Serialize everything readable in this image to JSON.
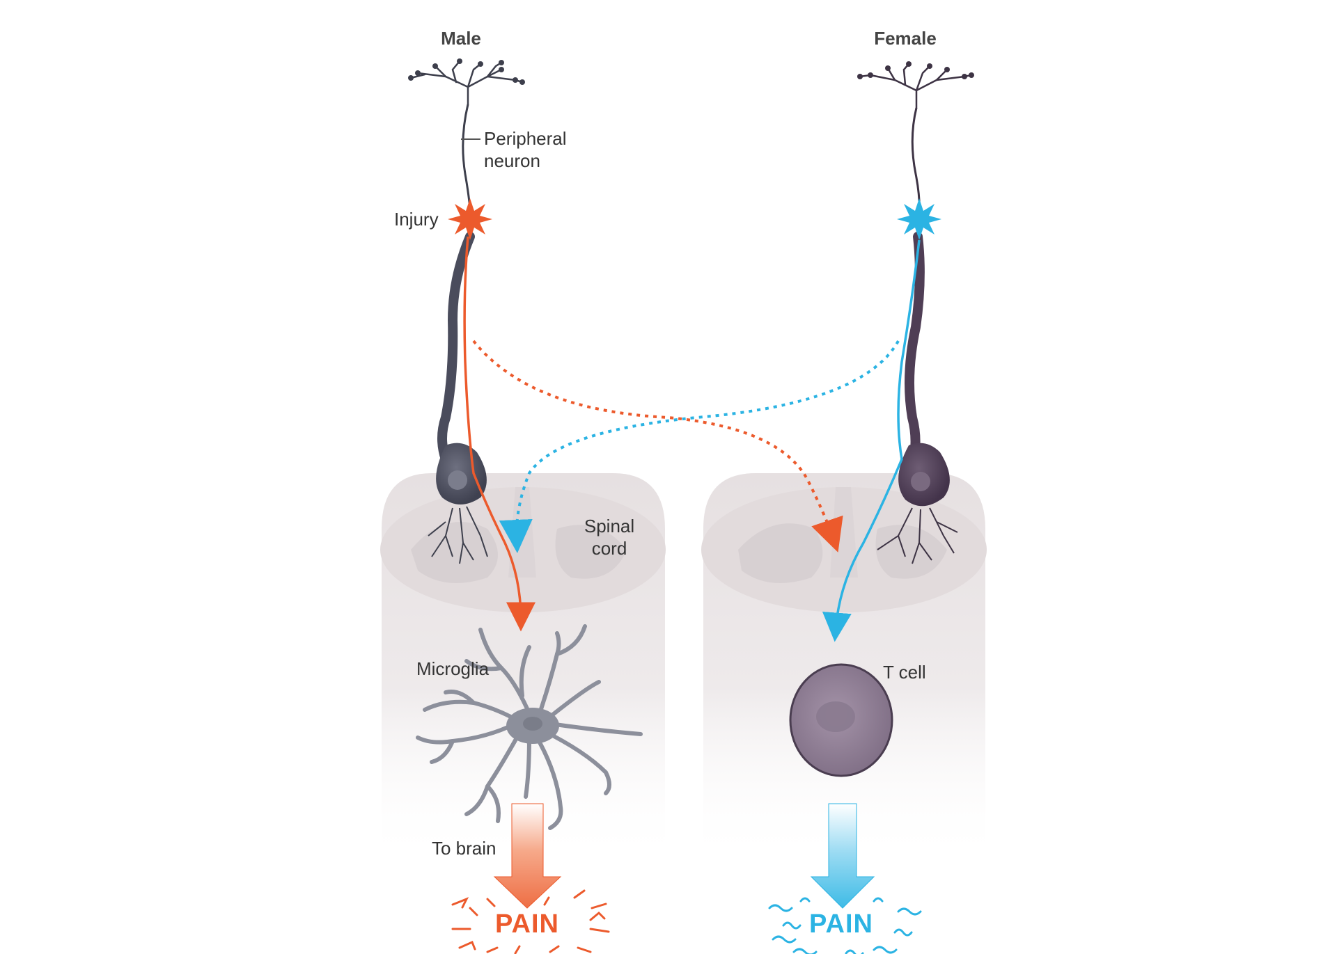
{
  "headers": {
    "male": "Male",
    "female": "Female"
  },
  "labels": {
    "peripheral_neuron_line1": "Peripheral",
    "peripheral_neuron_line2": "neuron",
    "injury": "Injury",
    "spinal_cord_line1": "Spinal",
    "spinal_cord_line2": "cord",
    "microglia": "Microglia",
    "t_cell": "T cell",
    "to_brain": "To brain",
    "pain_male": "PAIN",
    "pain_female": "PAIN"
  },
  "colors": {
    "male_accent": "#ec5a2c",
    "female_accent": "#2bb3e3",
    "neuron_male": "#4a4c5c",
    "neuron_female": "#4f3e55",
    "microglia": "#8c8f9b",
    "t_cell": "#8b7a90",
    "spinal_cord": "#e9e4e5"
  },
  "icons": {
    "injury_male": "red-starburst-icon",
    "injury_female": "blue-starburst-icon"
  }
}
